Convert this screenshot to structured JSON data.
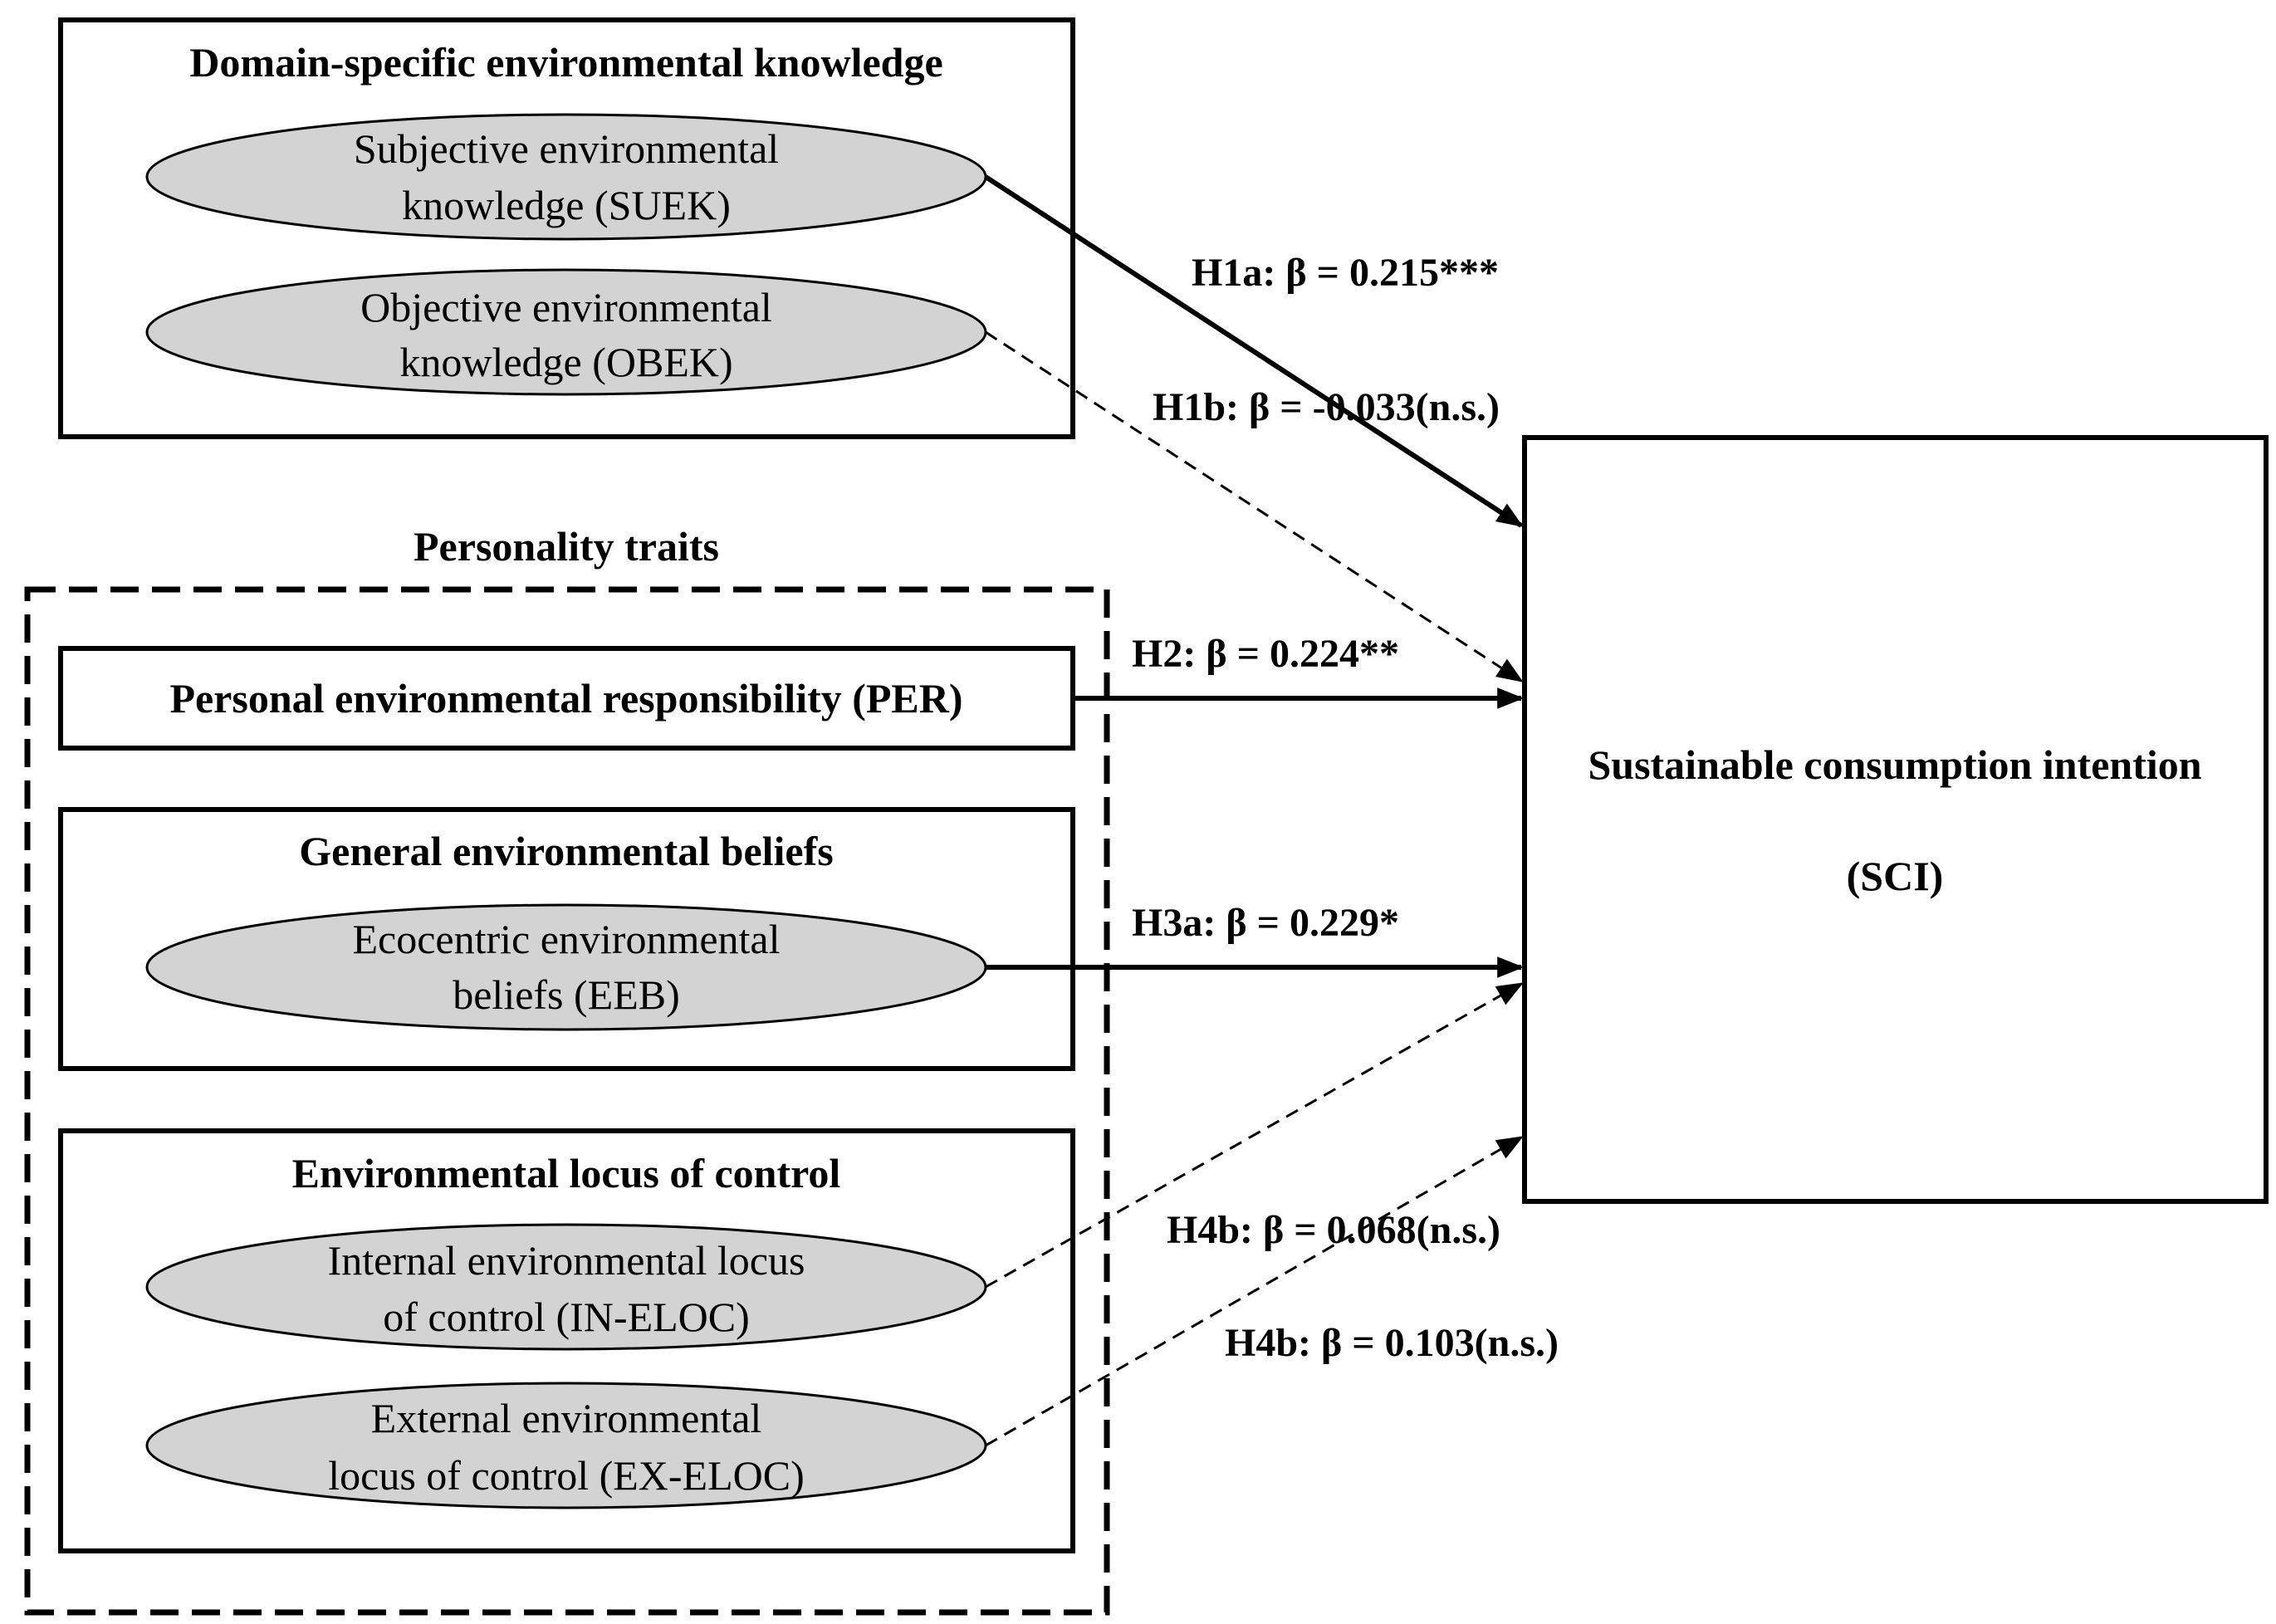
{
  "colors": {
    "ink": "#000000",
    "oval_fill": "#d3d3d3",
    "background": "#ffffff"
  },
  "groups": {
    "knowledge": {
      "title": "Domain-specific environmental knowledge",
      "suek": {
        "line1": "Subjective environmental",
        "line2": "knowledge (SUEK)"
      },
      "obek": {
        "line1": "Objective environmental",
        "line2": "knowledge (OBEK)"
      }
    },
    "personality": {
      "title": "Personality traits",
      "per": {
        "label": "Personal environmental responsibility (PER)"
      },
      "beliefs": {
        "title": "General environmental beliefs",
        "eeb": {
          "line1": "Ecocentric environmental",
          "line2": "beliefs (EEB)"
        }
      },
      "locus": {
        "title": "Environmental locus of control",
        "in_eloc": {
          "line1": "Internal environmental locus",
          "line2": "of control (IN-ELOC)"
        },
        "ex_eloc": {
          "line1": "External environmental",
          "line2": "locus of control (EX-ELOC)"
        }
      }
    }
  },
  "outcome": {
    "line1": "Sustainable consumption intention",
    "line2": "(SCI)"
  },
  "paths": {
    "h1a": {
      "label": "H1a: β = 0.215***",
      "significant": true
    },
    "h1b": {
      "label": "H1b: β = -0.033(n.s.)",
      "significant": false
    },
    "h2": {
      "label": "H2: β = 0.224**",
      "significant": true
    },
    "h3a": {
      "label": "H3a: β = 0.229*",
      "significant": true
    },
    "h4b_in": {
      "label": "H4b: β = 0.068(n.s.)",
      "significant": false
    },
    "h4b_ex": {
      "label": "H4b: β = 0.103(n.s.)",
      "significant": false
    }
  }
}
